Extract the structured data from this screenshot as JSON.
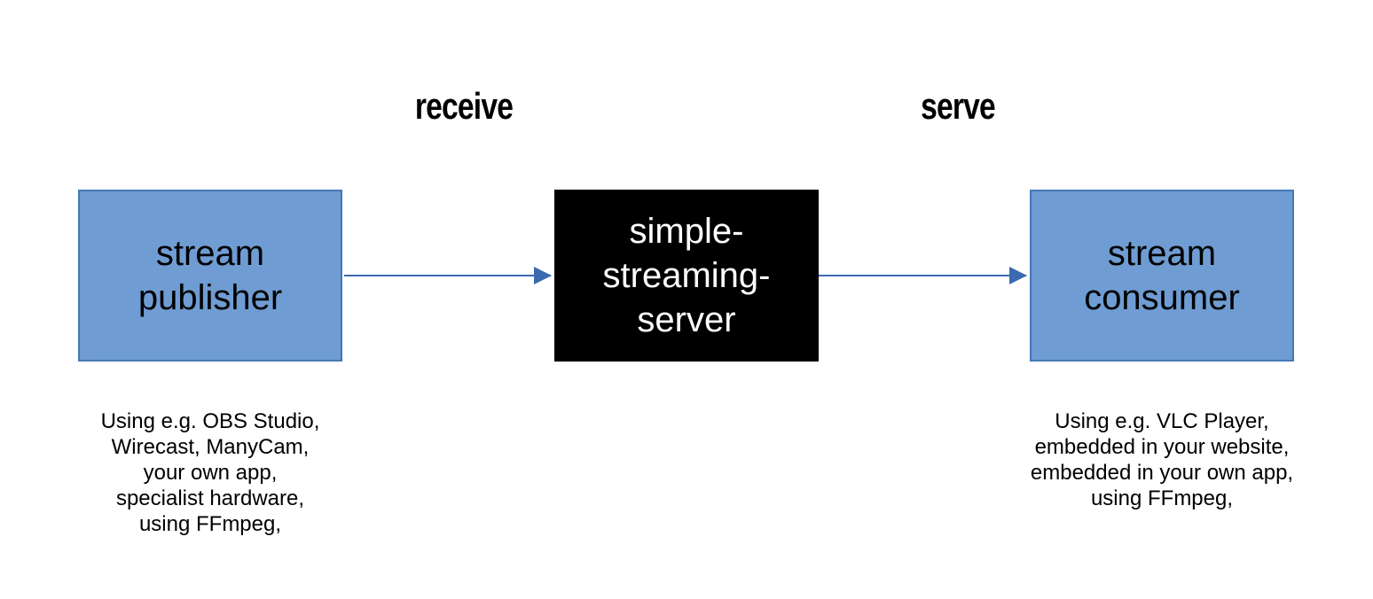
{
  "diagram": {
    "flow_labels": {
      "receive": "receive",
      "serve": "serve"
    },
    "nodes": {
      "publisher": {
        "label": "stream\npublisher",
        "caption": "Using e.g. OBS Studio,\nWirecast, ManyCam,\nyour own app,\nspecialist hardware,\nusing FFmpeg,"
      },
      "server": {
        "label": "simple-\nstreaming-\nserver"
      },
      "consumer": {
        "label": "stream\nconsumer",
        "caption": "Using e.g. VLC Player,\nembedded in your website,\nembedded in your own app,\nusing FFmpeg,"
      }
    },
    "edges": [
      {
        "from": "stream publisher",
        "to": "simple-streaming-server",
        "label": "receive"
      },
      {
        "from": "simple-streaming-server",
        "to": "stream consumer",
        "label": "serve"
      }
    ],
    "colors": {
      "node_fill": "#6F9CD2",
      "node_border": "#4678B5",
      "server_fill": "#000000",
      "server_text": "#FFFFFF",
      "arrow": "#3C6AB0",
      "text": "#000000",
      "background": "#FFFFFF"
    }
  }
}
